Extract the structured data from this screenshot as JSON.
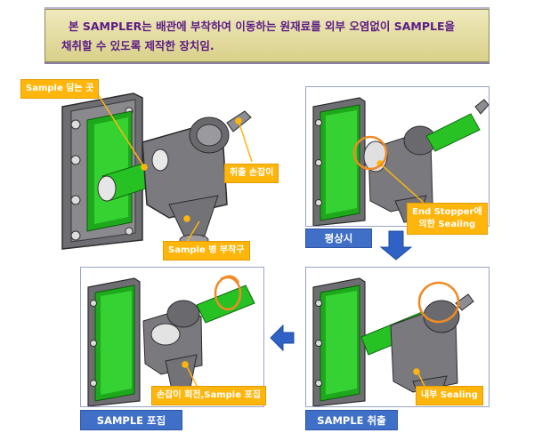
{
  "header": {
    "line1": "본 SAMPLER는 배관에 부착하여 이동하는 원재료를 외부 오염없이 SAMPLE을",
    "line2": "채취할 수 있도록 제작한 장치임."
  },
  "callouts": {
    "sample_area": "Sample 담는 곳",
    "handle": "취출 손잡이",
    "bottle_mount": "Sample 병 부착구",
    "end_stopper_1": "End Stopper에",
    "end_stopper_2": "의한 Sealing",
    "internal_sealing": "내부 Sealing",
    "rotate_collect": "손잡이 회전,Sample 포집"
  },
  "stages": {
    "normal": "평상시",
    "extract": "SAMPLE 취출",
    "collect": "SAMPLE 포집"
  },
  "colors": {
    "accent_green": "#22c020",
    "callout_orange": "#ffb60c",
    "label_blue": "#3f6fc7",
    "arrow_blue": "#2f62c4",
    "highlight_orange": "#f08a24"
  }
}
